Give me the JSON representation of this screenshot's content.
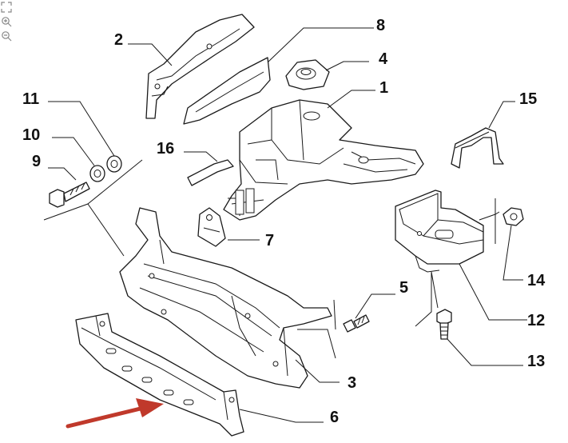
{
  "toolbar": {
    "icons": [
      "fit-screen-icon",
      "zoom-in-icon",
      "zoom-out-icon"
    ]
  },
  "diagram": {
    "callouts": {
      "c1": "1",
      "c2": "2",
      "c3": "3",
      "c4": "4",
      "c5": "5",
      "c6": "6",
      "c7": "7",
      "c8": "8",
      "c9": "9",
      "c10": "10",
      "c11": "11",
      "c12": "12",
      "c13": "13",
      "c14": "14",
      "c15": "15",
      "c16": "16"
    },
    "arrow_color": "#c0392b",
    "line_color": "#1a1a1a"
  }
}
